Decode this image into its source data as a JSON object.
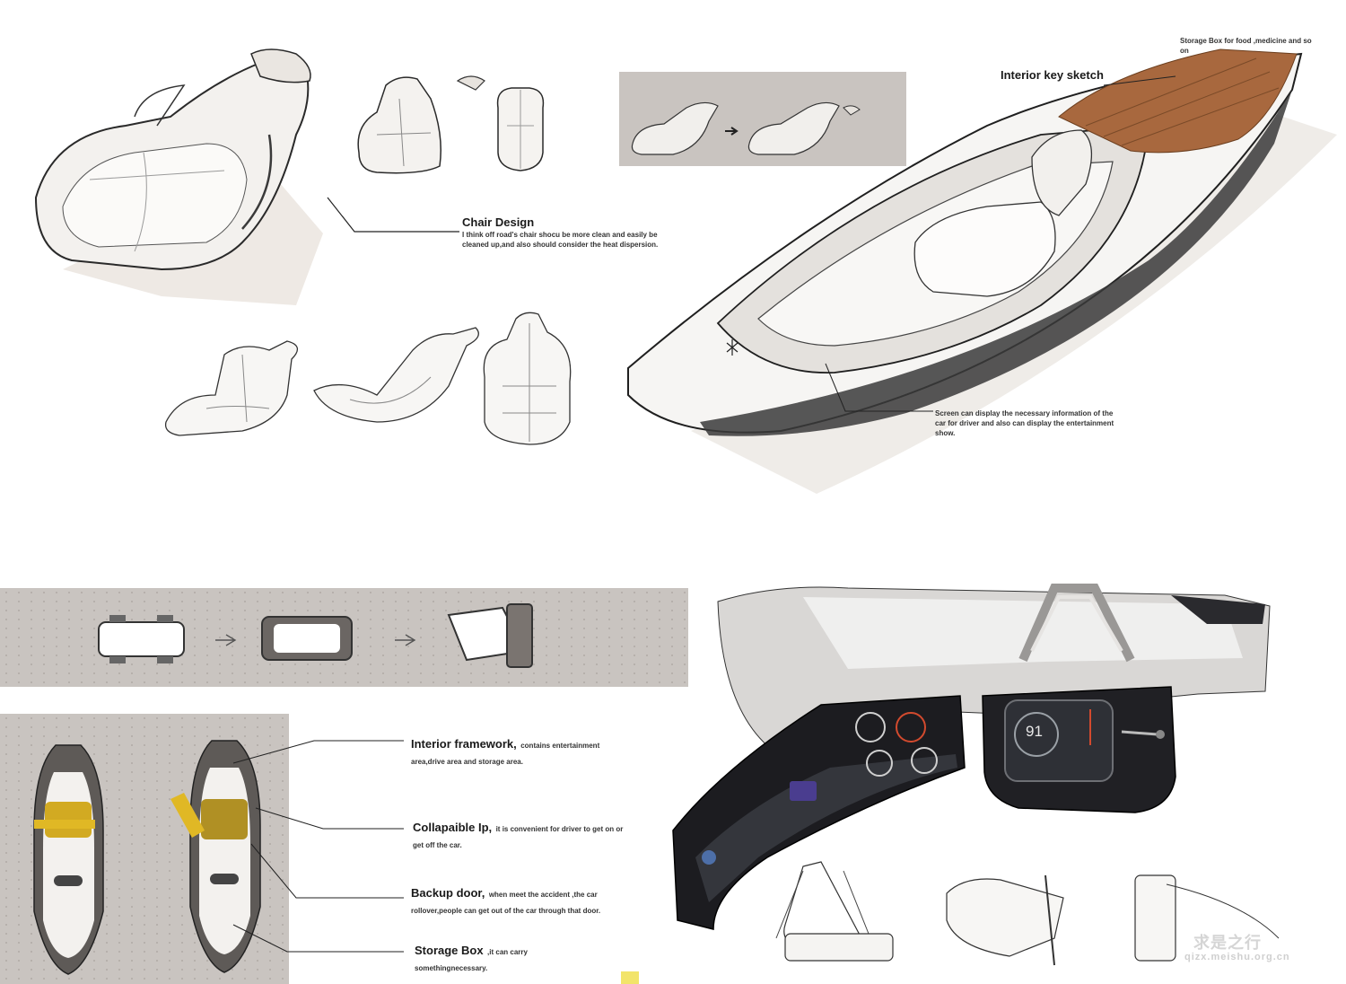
{
  "chair_design": {
    "title": "Chair Design",
    "description": "I think off road's chair shocu be more clean and easily be cleaned up,and also should consider the heat dispersion."
  },
  "interior_sketch": {
    "title": "Interior key sketch",
    "storage_note": "Storage Box for food ,medicine and so on",
    "screen_note": "Screen can display the necessary information of the car for driver and also can display the entertainment show."
  },
  "framework_labels": [
    {
      "title": "Interior framework,",
      "text": "contains entertainment area,drive area and storage area."
    },
    {
      "title": "Collapaible Ip,",
      "text": "it is convenient for driver to get on or get off the car."
    },
    {
      "title": "Backup door,",
      "text": "when meet the accident ,the car rollover,people can get out of the car through that door."
    },
    {
      "title": "Storage Box",
      "text": ",it can carry somethingnecessary."
    }
  ],
  "dashboard": {
    "speed": "91"
  },
  "watermark": {
    "brand": "求是之行",
    "url": "qizx.meishu.org.cn"
  },
  "colors": {
    "wood": "#a8683e",
    "yellow": "#d2aa22",
    "panel": "#c9c4c0",
    "dash_dark": "#1c1c20"
  }
}
